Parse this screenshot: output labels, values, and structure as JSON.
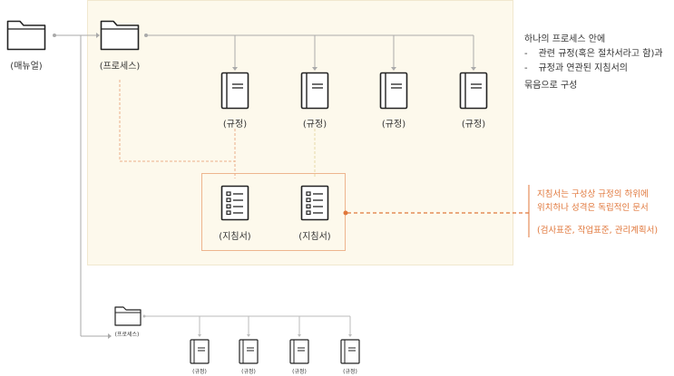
{
  "manual": {
    "label": "(매뉴얼)"
  },
  "process": {
    "label": "(프로세스)"
  },
  "rules": [
    {
      "label": "(규정)"
    },
    {
      "label": "(규정)"
    },
    {
      "label": "(규정)"
    },
    {
      "label": "(규정)"
    }
  ],
  "guides": [
    {
      "label": "(지침서)"
    },
    {
      "label": "(지침서)"
    }
  ],
  "description": {
    "line1": "하나의 프로세스 안에",
    "bullet1": "관련 규정(혹은 절차서라고 함)과",
    "bullet2": "규정과 연관된 지침서의",
    "line4": "묶음으로 구성",
    "dash": "-"
  },
  "guide_note": {
    "line1": "지침서는 구성상 규정의 하위에",
    "line2": "위치하나 성격은 독립적인 문서",
    "line3": "(검사표준, 작업표준, 관리계획서)"
  },
  "small_process": {
    "label": "(프로세스)"
  },
  "small_rules": [
    {
      "label": "(규정)"
    },
    {
      "label": "(규정)"
    },
    {
      "label": "(규정)"
    },
    {
      "label": "(규정)"
    }
  ],
  "colors": {
    "panel": "#fdf9ec",
    "accent": "#e0773b",
    "line": "#aaaaaa"
  }
}
